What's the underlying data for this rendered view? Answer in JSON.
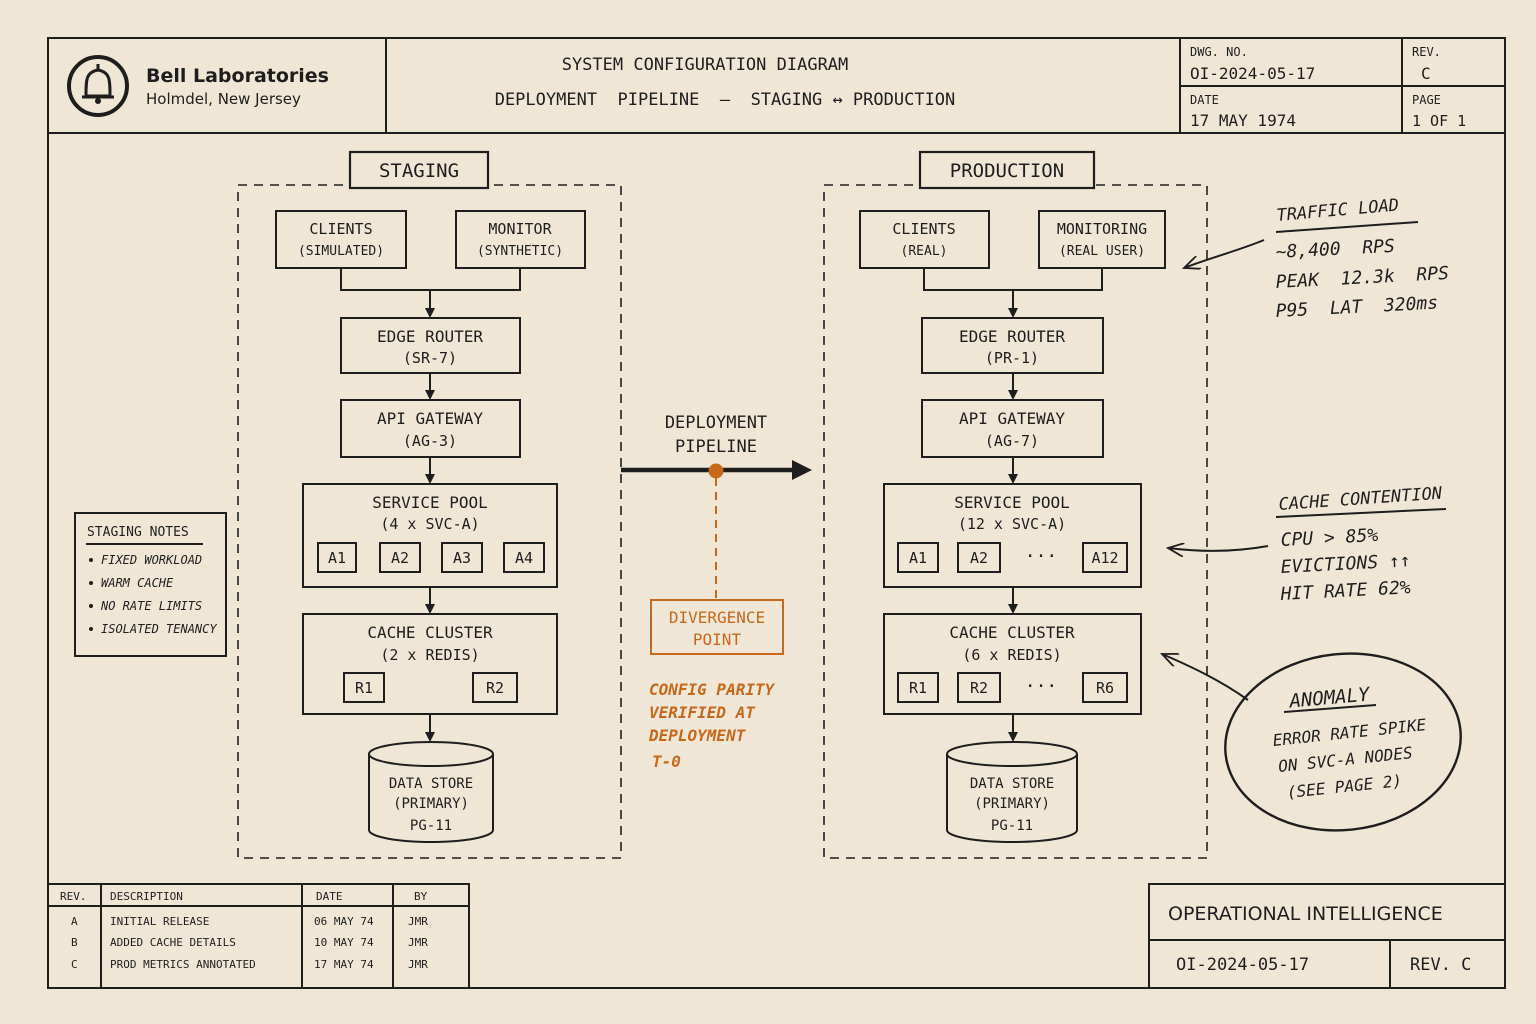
{
  "title_block": {
    "org_name": "Bell Laboratories",
    "org_location": "Holmdel, New Jersey",
    "diagram_title": "SYSTEM CONFIGURATION DIAGRAM",
    "diagram_subtitle": "DEPLOYMENT  PIPELINE  —  STAGING ↔ PRODUCTION",
    "dwg_no_label": "DWG. NO.",
    "dwg_no": "OI-2024-05-17",
    "rev_label": "REV.",
    "rev": "C",
    "date_label": "DATE",
    "date": "17 MAY 1974",
    "page_label": "PAGE",
    "page": "1 OF 1"
  },
  "staging": {
    "title": "STAGING",
    "clients": [
      "CLIENTS",
      "(SIMULATED)"
    ],
    "monitor": [
      "MONITOR",
      "(SYNTHETIC)"
    ],
    "router": [
      "EDGE ROUTER",
      "(SR-7)"
    ],
    "gateway": [
      "API GATEWAY",
      "(AG-3)"
    ],
    "pool": [
      "SERVICE POOL",
      "(4 x SVC-A)"
    ],
    "pool_nodes": [
      "A1",
      "A2",
      "A3",
      "A4"
    ],
    "cache": [
      "CACHE CLUSTER",
      "(2 x REDIS)"
    ],
    "cache_nodes": [
      "R1",
      "R2"
    ],
    "store": [
      "DATA STORE",
      "(PRIMARY)",
      "PG-11"
    ]
  },
  "production": {
    "title": "PRODUCTION",
    "clients": [
      "CLIENTS",
      "(REAL)"
    ],
    "monitor": [
      "MONITORING",
      "(REAL USER)"
    ],
    "router": [
      "EDGE ROUTER",
      "(PR-1)"
    ],
    "gateway": [
      "API GATEWAY",
      "(AG-7)"
    ],
    "pool": [
      "SERVICE POOL",
      "(12 x SVC-A)"
    ],
    "pool_nodes": [
      "A1",
      "A2",
      "A12"
    ],
    "cache": [
      "CACHE CLUSTER",
      "(6 x REDIS)"
    ],
    "cache_nodes": [
      "R1",
      "R2",
      "R6"
    ],
    "ellipsis": "···",
    "store": [
      "DATA STORE",
      "(PRIMARY)",
      "PG-11"
    ]
  },
  "pipeline": {
    "label": [
      "DEPLOYMENT",
      "PIPELINE"
    ],
    "divergence": [
      "DIVERGENCE",
      "POINT"
    ],
    "parity_note": [
      "CONFIG PARITY",
      "VERIFIED AT",
      "DEPLOYMENT",
      "T-0"
    ]
  },
  "staging_notes": {
    "title": "STAGING NOTES",
    "items": [
      "FIXED WORKLOAD",
      "WARM CACHE",
      "NO RATE LIMITS",
      "ISOLATED TENANCY"
    ]
  },
  "annotations": {
    "traffic_title": "TRAFFIC LOAD",
    "traffic_lines": [
      "~8,400  RPS",
      "PEAK  12.3k  RPS",
      "P95  LAT  320ms"
    ],
    "cache_title": "CACHE CONTENTION",
    "cache_lines": [
      "CPU > 85%",
      "EVICTIONS ↑↑",
      "HIT RATE 62%"
    ],
    "anomaly_title": "ANOMALY",
    "anomaly_lines": [
      "ERROR RATE SPIKE",
      "ON SVC-A NODES",
      "(SEE PAGE 2)"
    ]
  },
  "revisions": {
    "headers": [
      "REV.",
      "DESCRIPTION",
      "DATE",
      "BY"
    ],
    "rows": [
      [
        "A",
        "INITIAL RELEASE",
        "06 MAY 74",
        "JMR"
      ],
      [
        "B",
        "ADDED CACHE DETAILS",
        "10 MAY 74",
        "JMR"
      ],
      [
        "C",
        "PROD METRICS ANNOTATED",
        "17 MAY 74",
        "JMR"
      ]
    ]
  },
  "footer_block": {
    "title": "OPERATIONAL INTELLIGENCE",
    "dwg_no": "OI-2024-05-17",
    "rev": "REV. C"
  },
  "colors": {
    "paper": "#efe6d6",
    "ink": "#1e1e1e",
    "accent": "#c8681c"
  }
}
